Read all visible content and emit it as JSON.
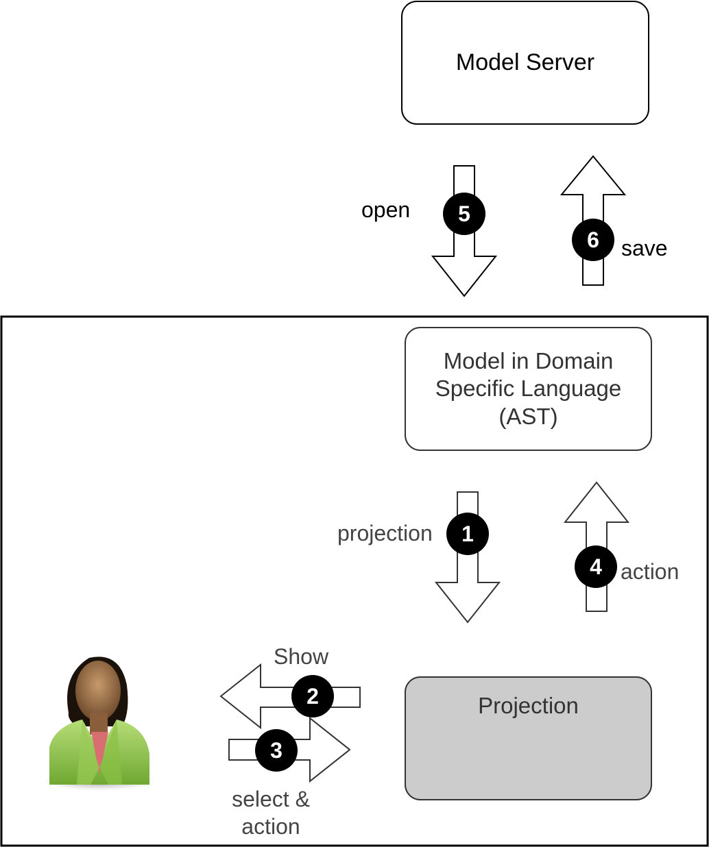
{
  "nodes": {
    "model_server": "Model Server",
    "dsl_model": [
      "Model in Domain",
      "Specific Language",
      "(AST)"
    ],
    "projection": "Projection"
  },
  "steps": {
    "open": {
      "number": "5",
      "label": "open"
    },
    "save": {
      "number": "6",
      "label": "save"
    },
    "projection": {
      "number": "1",
      "label": "projection"
    },
    "action": {
      "number": "4",
      "label": "action"
    },
    "show": {
      "number": "2",
      "label": "Show"
    },
    "select_action": {
      "number": "3",
      "label": [
        "select &",
        "action"
      ]
    }
  },
  "icons": {
    "user": "user-avatar-icon"
  },
  "colors": {
    "projection_fill": "#cccccc",
    "badge": "#000000",
    "stroke": "#000000",
    "inner_text": "#333333"
  }
}
